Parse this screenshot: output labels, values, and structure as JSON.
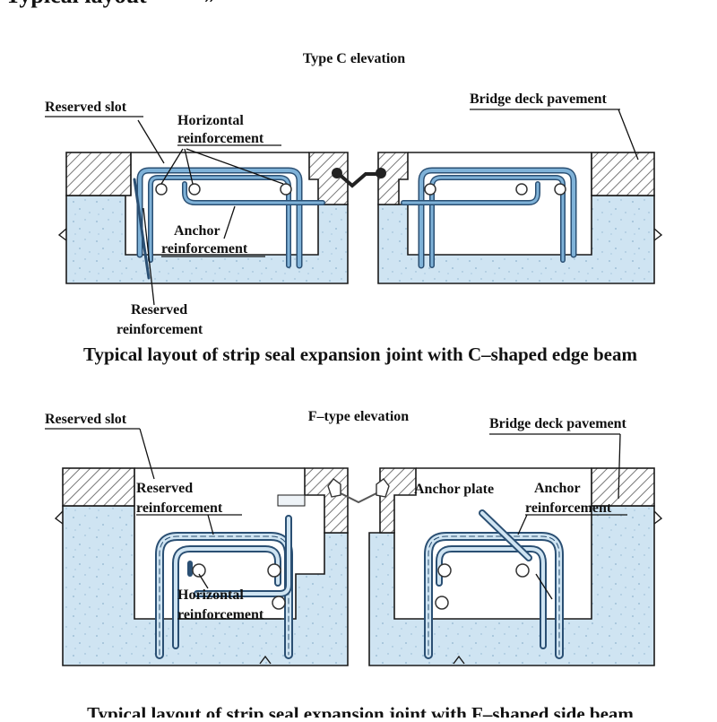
{
  "page": {
    "header_fragment": "Typical layout",
    "header_mark": "»"
  },
  "diagram_c": {
    "title": "Type C elevation",
    "labels": {
      "reserved_slot": "Reserved slot",
      "horizontal_1": "Horizontal",
      "horizontal_2": "reinforcement",
      "bridge_deck": "Bridge deck pavement",
      "anchor_1": "Anchor",
      "anchor_2": "reinforcement",
      "reserved_reinf_1": "Reserved",
      "reserved_reinf_2": "reinforcement"
    },
    "caption": "Typical layout of strip seal expansion joint with C–shaped edge beam"
  },
  "diagram_f": {
    "title": "F–type elevation",
    "labels": {
      "reserved_slot": "Reserved slot",
      "bridge_deck": "Bridge deck pavement",
      "reserved_reinf_1": "Reserved",
      "reserved_reinf_2": "reinforcement",
      "anchor_plate": "Anchor plate",
      "anchor_reinf_1": "Anchor",
      "anchor_reinf_2": "reinforcement",
      "horizontal_1": "Horizontal",
      "horizontal_2": "reinforcement"
    },
    "caption": "Typical layout of strip seal expansion joint with F–shaped side beam"
  },
  "colors": {
    "concrete": "#cfe4f2",
    "concrete_edge": "#1a1a1a",
    "hatch": "#777777",
    "rebar": "#7fb2d8",
    "rebar_edge": "#2a4f73",
    "seal": "#222222",
    "ink": "#111111"
  }
}
